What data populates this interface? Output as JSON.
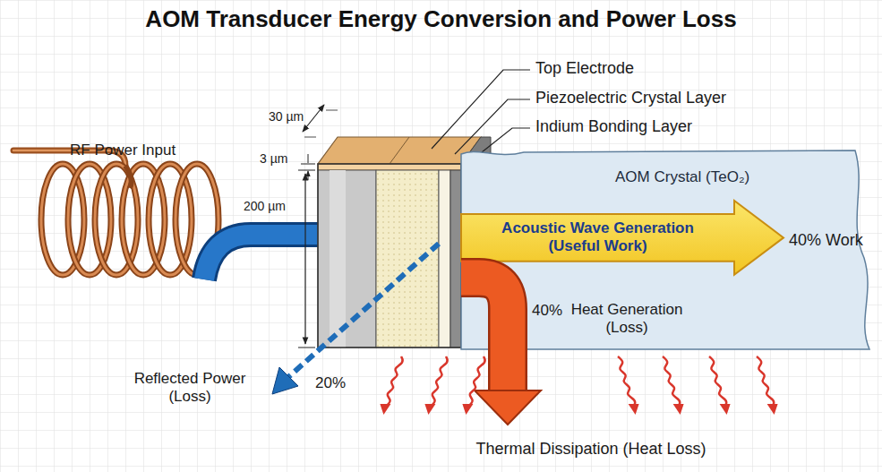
{
  "diagram": {
    "title": "AOM Transducer Energy Conversion and Power Loss",
    "nodes": [
      {
        "text": [
          "AOM Crystal (TeO₂)"
        ]
      },
      {
        "text": [
          "Acoustic Wave Generation (Useful Work)"
        ],
        "in": 0
      }
    ],
    "labels": [
      "Top Electrode",
      "Piezoelectric Crystal Layer",
      "Indium Bonding Layer",
      "30 µm",
      "3 µm",
      "200 µm",
      "RF Power Input",
      "40% Work",
      "40%",
      "Heat Generation (Loss)",
      "Reflected Power (Loss)",
      "20%",
      "Thermal Dissipation (Heat Loss)"
    ]
  }
}
